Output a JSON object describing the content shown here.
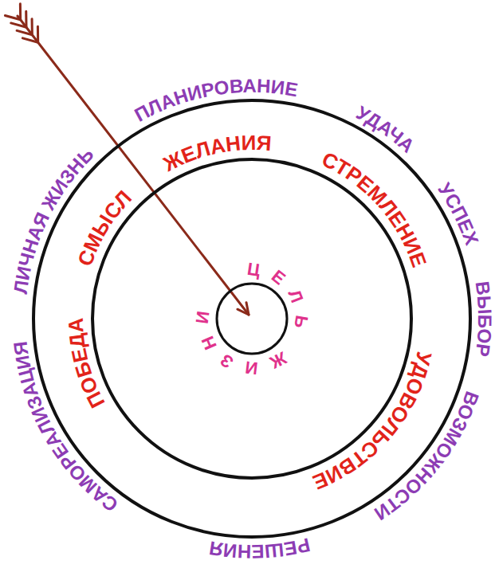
{
  "diagram": {
    "nodes": [
      {
        "text": [
          "ЛИЧНАЯ ЖИЗНЬ",
          "ПЛАНИРОВАНИЕ",
          "УДАЧА",
          "УСПЕХ",
          "ВЫБОР",
          "ВОЗМОЖНОСТИ",
          "РЕШЕНИЯ",
          "САМОРЕАЛИЗАЦИЯ"
        ]
      },
      {
        "text": [
          "СМЫСЛ",
          "ЖЕЛАНИЯ",
          "СТРЕМЛЕНИЕ",
          "УДОВОЛЬСТВИЕ",
          "ПОБЕДА"
        ],
        "in": 0
      },
      {
        "text": [
          "ЦЕЛЬ ЖИЗНИ"
        ],
        "in": 1
      }
    ]
  }
}
